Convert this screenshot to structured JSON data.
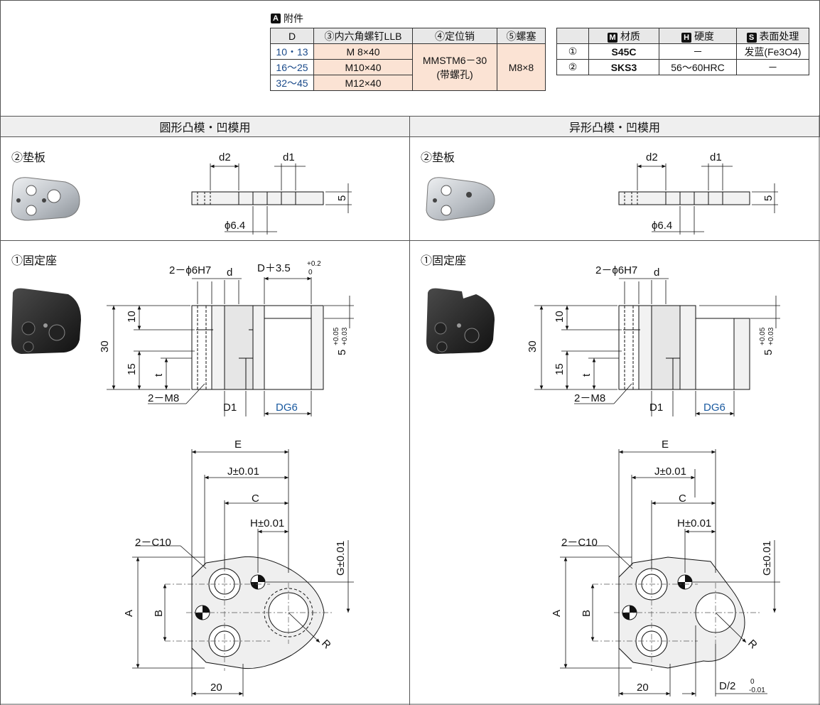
{
  "accessories": {
    "title": "附件",
    "badge": "A",
    "headers": [
      "D",
      "③内六角螺钉LLB",
      "④定位销",
      "⑤螺塞"
    ],
    "rows": [
      {
        "d": "10・13",
        "screw": "M  8×40"
      },
      {
        "d": "16～25",
        "screw": "M10×40"
      },
      {
        "d": "32～45",
        "screw": "M12×40"
      }
    ],
    "pin": "MMSTM6－30",
    "pin_note": "(带螺孔)",
    "plug": "M8×8"
  },
  "materials": {
    "headers": [
      {
        "badge": "M",
        "label": "材质"
      },
      {
        "badge": "H",
        "label": "硬度"
      },
      {
        "badge": "S",
        "label": "表面处理"
      }
    ],
    "rows": [
      {
        "no": "①",
        "material": "S45C",
        "hardness": "－",
        "surface": "发蓝(Fe3O4)"
      },
      {
        "no": "②",
        "material": "SKS3",
        "hardness": "56～60HRC",
        "surface": "－"
      }
    ]
  },
  "sections": {
    "left_title": "圆形凸模・凹模用",
    "right_title": "异形凸模・凹模用"
  },
  "parts": {
    "plate": "②垫板",
    "base": "①固定座"
  },
  "dims": {
    "d2": "d2",
    "d1": "d1",
    "phi64": "ϕ6.4",
    "five": "5",
    "pin_holes": "2－ϕ6H7",
    "d": "d",
    "counterbore": "D＋3.5",
    "cb_tol_upper": "+0.2",
    "cb_tol_lower": "0",
    "ten": "10",
    "thirty": "30",
    "fifteen": "15",
    "t": "t",
    "m8": "2－M8",
    "D1": "D1",
    "DG6": "DG6",
    "h5": "5",
    "h5_upper": "+0.05",
    "h5_lower": "+0.03",
    "E": "E",
    "J": "J±0.01",
    "C": "C",
    "H": "H±0.01",
    "c10": "2－C10",
    "G": "G±0.01",
    "A": "A",
    "B": "B",
    "R": "R",
    "twenty": "20",
    "Dhalf": "D/2",
    "Dhalf_upper": "0",
    "Dhalf_lower": "-0.01"
  }
}
